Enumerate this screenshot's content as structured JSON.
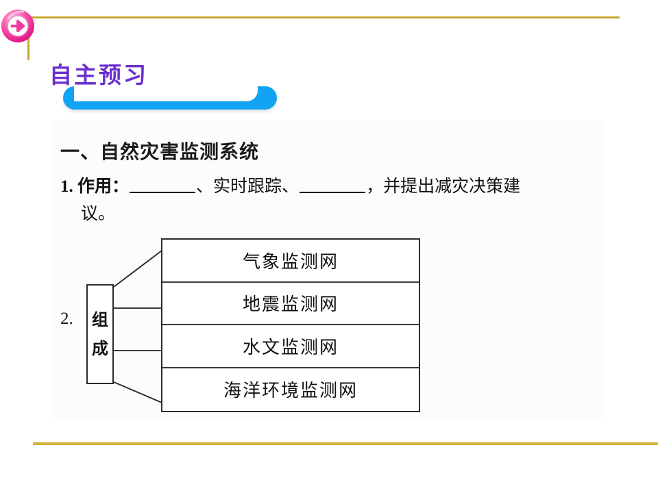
{
  "slide": {
    "frame_color": "#C5A52E",
    "panel_color": "#FCFCFA"
  },
  "banner": {
    "title": "自主预习",
    "ribbon_color": "#13A3F5",
    "title_color": "#6A2FD0",
    "icon": "arrow-right-circle-icon",
    "icon_color": "#F2399C"
  },
  "content": {
    "section_heading": "一、自然灾害监测系统",
    "item1": {
      "number": "1.",
      "lead": "作用：",
      "blank1": "",
      "sep1": "、",
      "mid": "实时跟踪",
      "sep2": "、",
      "blank2": "",
      "tail": "，并提出减灾决策建",
      "line2": "议。"
    },
    "item2": {
      "number": "2.",
      "box_label_top": "组",
      "box_label_bottom": "成",
      "rows": [
        "气象监测网",
        "地震监测网",
        "水文监测网",
        "海洋环境监测网"
      ]
    }
  }
}
